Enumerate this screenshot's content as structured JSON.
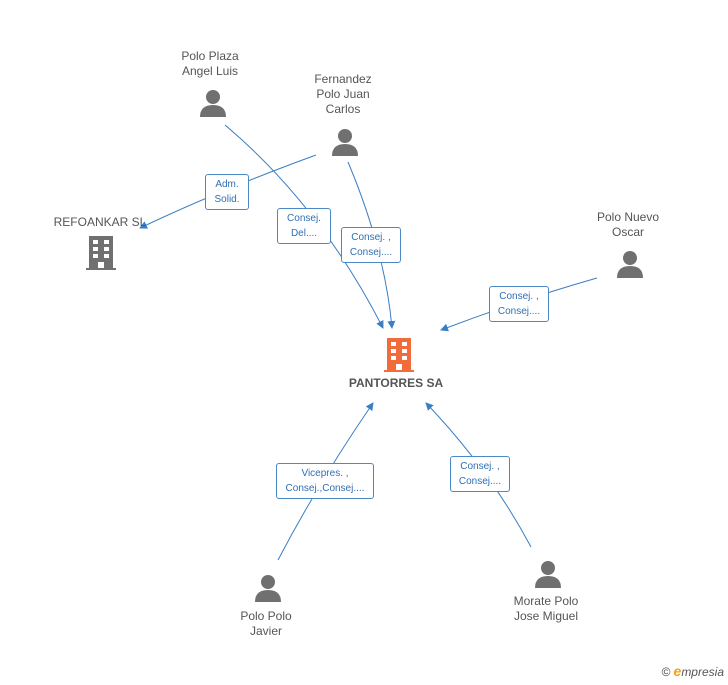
{
  "colors": {
    "edge": "#3a7ec4",
    "person_icon": "#707070",
    "company_icon": "#707070",
    "center_company_icon": "#f26b3a"
  },
  "center": {
    "name": "PANTORRES SA",
    "icon": "building-icon"
  },
  "nodes": [
    {
      "id": "refoankar",
      "type": "company",
      "lines": [
        "REFOANKAR SL"
      ]
    },
    {
      "id": "polo-plaza",
      "type": "person",
      "lines": [
        "Polo Plaza",
        "Angel Luis"
      ]
    },
    {
      "id": "fernandez",
      "type": "person",
      "lines": [
        "Fernandez",
        "Polo Juan",
        "Carlos"
      ]
    },
    {
      "id": "polo-nuevo",
      "type": "person",
      "lines": [
        "Polo Nuevo",
        "Oscar"
      ]
    },
    {
      "id": "polo-polo",
      "type": "person",
      "lines": [
        "Polo Polo",
        "Javier"
      ]
    },
    {
      "id": "morate",
      "type": "person",
      "lines": [
        "Morate Polo",
        "Jose Miguel"
      ]
    }
  ],
  "relations": [
    {
      "id": "adm",
      "lines": [
        "Adm.",
        "Solid."
      ]
    },
    {
      "id": "del",
      "lines": [
        "Consej.",
        "Del...."
      ]
    },
    {
      "id": "consej1",
      "lines": [
        "Consej. ,",
        "Consej...."
      ]
    },
    {
      "id": "consej2",
      "lines": [
        "Consej. ,",
        "Consej...."
      ]
    },
    {
      "id": "vicepres",
      "lines": [
        "Vicepres. ,",
        "Consej.,Consej...."
      ]
    },
    {
      "id": "consej3",
      "lines": [
        "Consej. ,",
        "Consej...."
      ]
    }
  ],
  "brand": {
    "copyright": "©",
    "initial": "e",
    "rest": "mpresia"
  }
}
